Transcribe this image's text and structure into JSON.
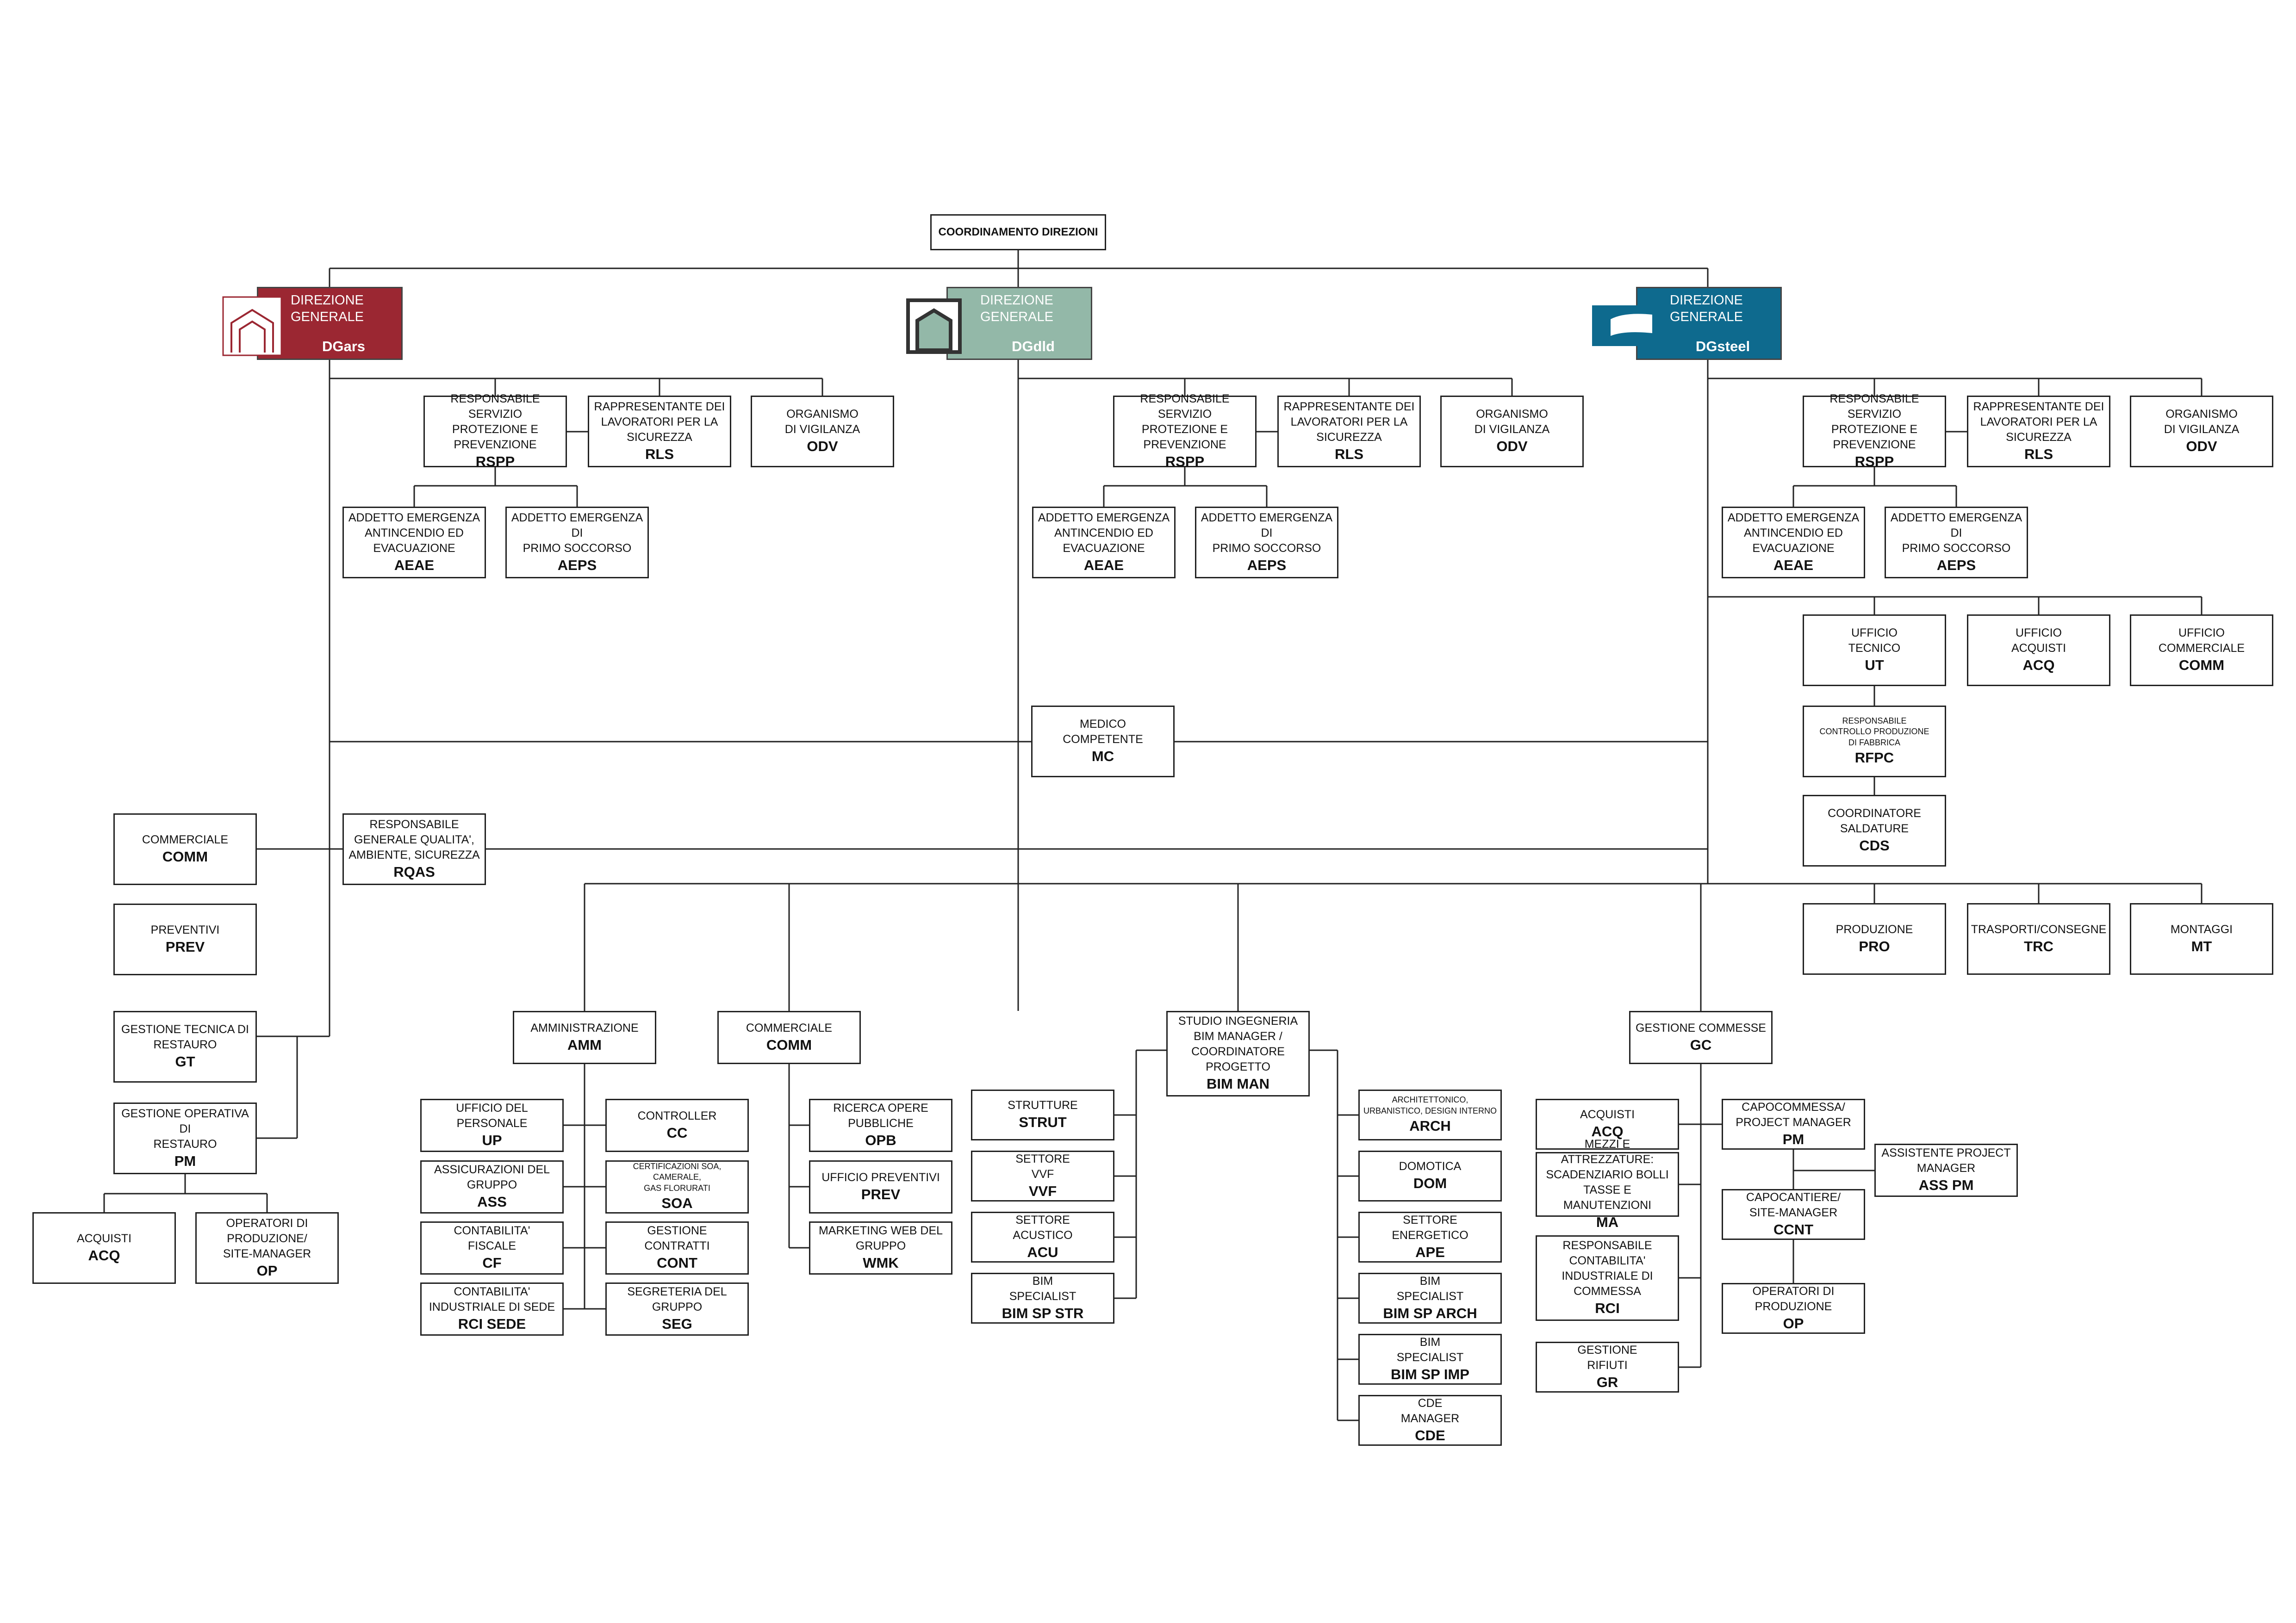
{
  "colors": {
    "dgars": "#9b2732",
    "dgdld": "#93b8a8",
    "dgsteel": "#0e6a8e",
    "line": "#222222"
  },
  "top": {
    "title": "COORDINAMENTO DIREZIONI"
  },
  "directions": [
    {
      "title": "DIREZIONE\nGENERALE",
      "code": "DGars",
      "logo": "house-outline-icon"
    },
    {
      "title": "DIREZIONE\nGENERALE",
      "code": "DGdld",
      "logo": "arch-frame-icon"
    },
    {
      "title": "DIREZIONE\nGENERALE",
      "code": "DGsteel",
      "logo": "steel-beam-icon"
    }
  ],
  "boxes": {
    "rspp": {
      "title": "RESPONSABILE SERVIZIO\nPROTEZIONE E\nPREVENZIONE",
      "code": "RSPP"
    },
    "rls": {
      "title": "RAPPRESENTANTE DEI\nLAVORATORI PER LA\nSICUREZZA",
      "code": "RLS"
    },
    "odv": {
      "title": "ORGANISMO\nDI VIGILANZA",
      "code": "ODV"
    },
    "aeae": {
      "title": "ADDETTO EMERGENZA\nANTINCENDIO ED\nEVACUAZIONE",
      "code": "AEAE"
    },
    "aeps": {
      "title": "ADDETTO EMERGENZA DI\nPRIMO SOCCORSO",
      "code": "AEPS"
    },
    "ut": {
      "title": "UFFICIO\nTECNICO",
      "code": "UT"
    },
    "acq_s": {
      "title": "UFFICIO\nACQUISTI",
      "code": "ACQ"
    },
    "comm_s": {
      "title": "UFFICIO\nCOMMERCIALE",
      "code": "COMM"
    },
    "rfpc": {
      "title": "RESPONSABILE\nCONTROLLO PRODUZIONE\nDI FABBRICA",
      "code": "RFPC"
    },
    "cds": {
      "title": "COORDINATORE\nSALDATURE",
      "code": "CDS"
    },
    "pro": {
      "title": "PRODUZIONE",
      "code": "PRO"
    },
    "trc": {
      "title": "TRASPORTI/CONSEGNE",
      "code": "TRC"
    },
    "mt": {
      "title": "MONTAGGI",
      "code": "MT"
    },
    "mc": {
      "title": "MEDICO\nCOMPETENTE",
      "code": "MC"
    },
    "rqas": {
      "title": "RESPONSABILE\nGENERALE QUALITA',\nAMBIENTE, SICUREZZA",
      "code": "RQAS"
    },
    "comm_l": {
      "title": "COMMERCIALE",
      "code": "COMM"
    },
    "prev_l": {
      "title": "PREVENTIVI",
      "code": "PREV"
    },
    "gt": {
      "title": "GESTIONE TECNICA DI\nRESTAURO",
      "code": "GT"
    },
    "pm_r": {
      "title": "GESTIONE OPERATIVA DI\nRESTAURO",
      "code": "PM"
    },
    "acq_r": {
      "title": "ACQUISTI",
      "code": "ACQ"
    },
    "op_r": {
      "title": "OPERATORI DI\nPRODUZIONE/\nSITE-MANAGER",
      "code": "OP"
    },
    "amm": {
      "title": "AMMINISTRAZIONE",
      "code": "AMM"
    },
    "up": {
      "title": "UFFICIO DEL\nPERSONALE",
      "code": "UP"
    },
    "ass": {
      "title": "ASSICURAZIONI DEL\nGRUPPO",
      "code": "ASS"
    },
    "cf": {
      "title": "CONTABILITA'\nFISCALE",
      "code": "CF"
    },
    "rci_sede": {
      "title": "CONTABILITA'\nINDUSTRIALE DI SEDE",
      "code": "RCI SEDE"
    },
    "cc": {
      "title": "CONTROLLER",
      "code": "CC"
    },
    "soa": {
      "title": "CERTIFICAZIONI SOA, CAMERALE,\nGAS FLORURATI",
      "code": "SOA"
    },
    "cont": {
      "title": "GESTIONE\nCONTRATTI",
      "code": "CONT"
    },
    "seg": {
      "title": "SEGRETERIA DEL\nGRUPPO",
      "code": "SEG"
    },
    "comm_c": {
      "title": "COMMERCIALE",
      "code": "COMM"
    },
    "opb": {
      "title": "RICERCA OPERE\nPUBBLICHE",
      "code": "OPB"
    },
    "prev_c": {
      "title": "UFFICIO PREVENTIVI",
      "code": "PREV"
    },
    "wmk": {
      "title": "MARKETING WEB DEL\nGRUPPO",
      "code": "WMK"
    },
    "bimman": {
      "title": "STUDIO INGEGNERIA\nBIM MANAGER /\nCOORDINATORE\nPROGETTO",
      "code": "BIM MAN"
    },
    "strut": {
      "title": "STRUTTURE",
      "code": "STRUT"
    },
    "vvf": {
      "title": "SETTORE\nVVF",
      "code": "VVF"
    },
    "acu": {
      "title": "SETTORE\nACUSTICO",
      "code": "ACU"
    },
    "bimstr": {
      "title": "BIM\nSPECIALIST",
      "code": "BIM SP STR"
    },
    "arch": {
      "title": "ARCHITETTONICO,\nURBANISTICO, DESIGN INTERNO",
      "code": "ARCH"
    },
    "dom": {
      "title": "DOMOTICA",
      "code": "DOM"
    },
    "ape": {
      "title": "SETTORE\nENERGETICO",
      "code": "APE"
    },
    "bimarch": {
      "title": "BIM\nSPECIALIST",
      "code": "BIM SP ARCH"
    },
    "bimimp": {
      "title": "BIM\nSPECIALIST",
      "code": "BIM SP IMP"
    },
    "cde": {
      "title": "CDE\nMANAGER",
      "code": "CDE"
    },
    "gc": {
      "title": "GESTIONE COMMESSE",
      "code": "GC"
    },
    "acq_g": {
      "title": "ACQUISTI",
      "code": "ACQ"
    },
    "ma": {
      "title": "MEZZI E ATTREZZATURE:\nSCADENZIARIO BOLLI\nTASSE E MANUTENZIONI",
      "code": "MA"
    },
    "rci": {
      "title": "RESPONSABILE\nCONTABILITA'\nINDUSTRIALE DI\nCOMMESSA",
      "code": "RCI"
    },
    "gr": {
      "title": "GESTIONE\nRIFIUTI",
      "code": "GR"
    },
    "pm_g": {
      "title": "CAPOCOMMESSA/\nPROJECT MANAGER",
      "code": "PM"
    },
    "asspm": {
      "title": "ASSISTENTE PROJECT\nMANAGER",
      "code": "ASS PM"
    },
    "ccnt": {
      "title": "CAPOCANTIERE/\nSITE-MANAGER",
      "code": "CCNT"
    },
    "op_g": {
      "title": "OPERATORI DI\nPRODUZIONE",
      "code": "OP"
    }
  }
}
